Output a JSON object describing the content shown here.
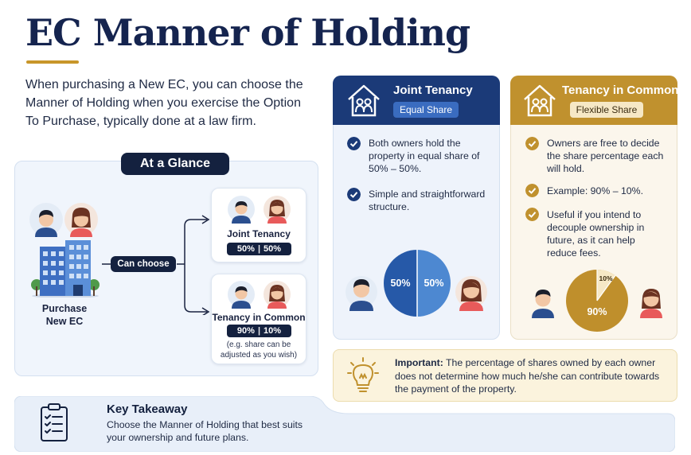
{
  "title": "EC Manner of Holding",
  "intro": "When purchasing a New EC, you can choose the Manner of Holding when you exercise the Option To Purchase, typically done at a law firm.",
  "glance": {
    "heading": "At a Glance",
    "purchase_line1": "Purchase",
    "purchase_line2": "New EC",
    "can_choose": "Can choose",
    "joint": {
      "label": "Joint Tenancy",
      "left": "50%",
      "right": "50%"
    },
    "common": {
      "label": "Tenancy in Common",
      "left": "90%",
      "right": "10%",
      "note": "(e.g. share can be adjusted as you wish)"
    }
  },
  "joint_tenancy": {
    "title": "Joint Tenancy",
    "pill": "Equal Share",
    "bullets": [
      "Both owners hold the property in equal share of 50% – 50%.",
      "Simple and straightforward structure."
    ],
    "pie": {
      "left": "50%",
      "right": "50%"
    }
  },
  "tenancy_common": {
    "title": "Tenancy in Common",
    "pill": "Flexible Share",
    "bullets": [
      "Owners are free to decide the share percentage each will hold.",
      "Example: 90% – 10%.",
      "Useful if you intend to decouple ownership in future, as it can help reduce fees."
    ],
    "pie": {
      "large": "90%",
      "small": "10%"
    }
  },
  "important": {
    "label": "Important:",
    "text": "The percentage of shares owned by each owner does not determine how much he/she can contribute towards the payment of the property."
  },
  "takeaway": {
    "title": "Key Takeaway",
    "text": "Choose the Manner of Holding that best suits your ownership and future plans."
  },
  "colors": {
    "navy": "#14213f",
    "blue": "#1b3a78",
    "gold": "#c0912e",
    "light_blue": "#eef3fb",
    "light_gold": "#fbf6ec"
  }
}
